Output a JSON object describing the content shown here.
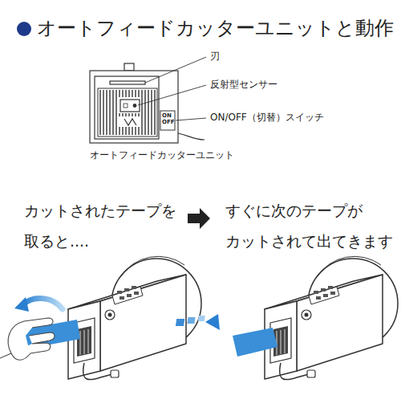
{
  "diagram": {
    "title": "オートフィードカッターユニットと動作",
    "labels": [
      "刃",
      "反射型センサー",
      "ON/OFF（切替）スイッチ",
      "ON OFF",
      "オートフィードカッターユニット",
      "カットされたテープを 取ると....",
      "すぐに次のテープが カットされて出てきます"
    ]
  }
}
